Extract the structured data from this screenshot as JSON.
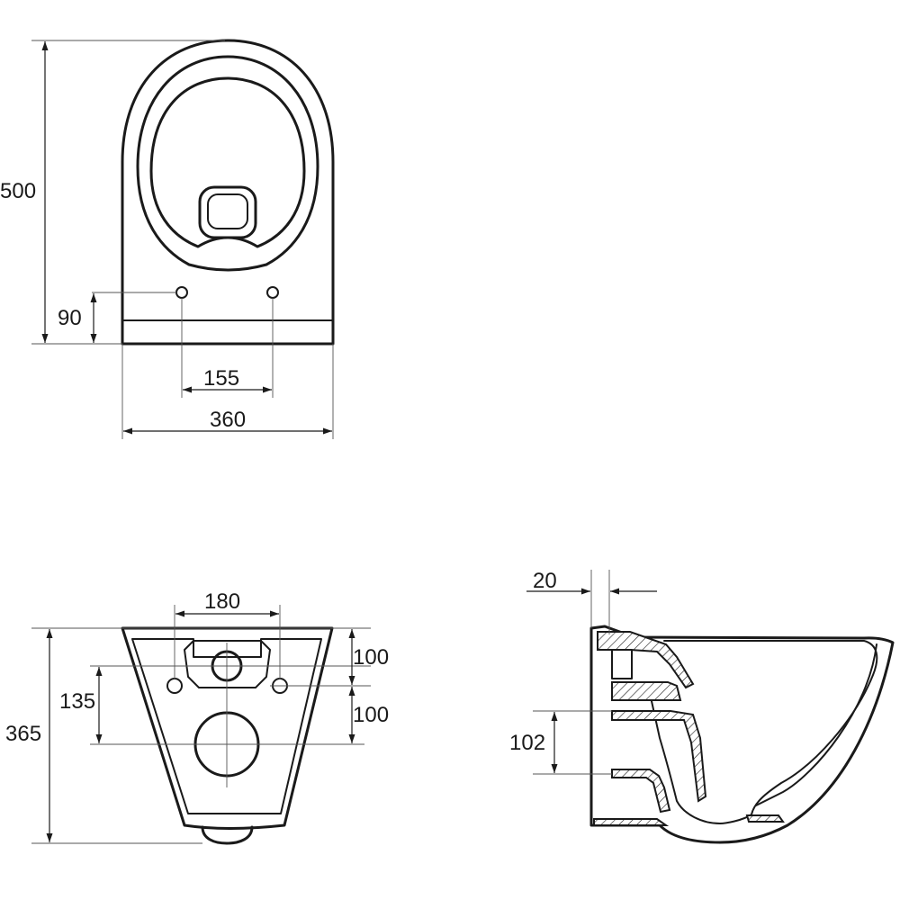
{
  "drawing": {
    "top_view": {
      "depth_label": "500",
      "hole_offset_label": "90",
      "hole_spacing_label": "155",
      "width_label": "360"
    },
    "back_view": {
      "bolt_spacing_label": "180",
      "upper_offset_label": "100",
      "lower_offset_label": "100",
      "bolt_height_label": "135",
      "height_label": "365"
    },
    "side_view": {
      "wall_offset_label": "20",
      "outlet_height_label": "102"
    }
  }
}
